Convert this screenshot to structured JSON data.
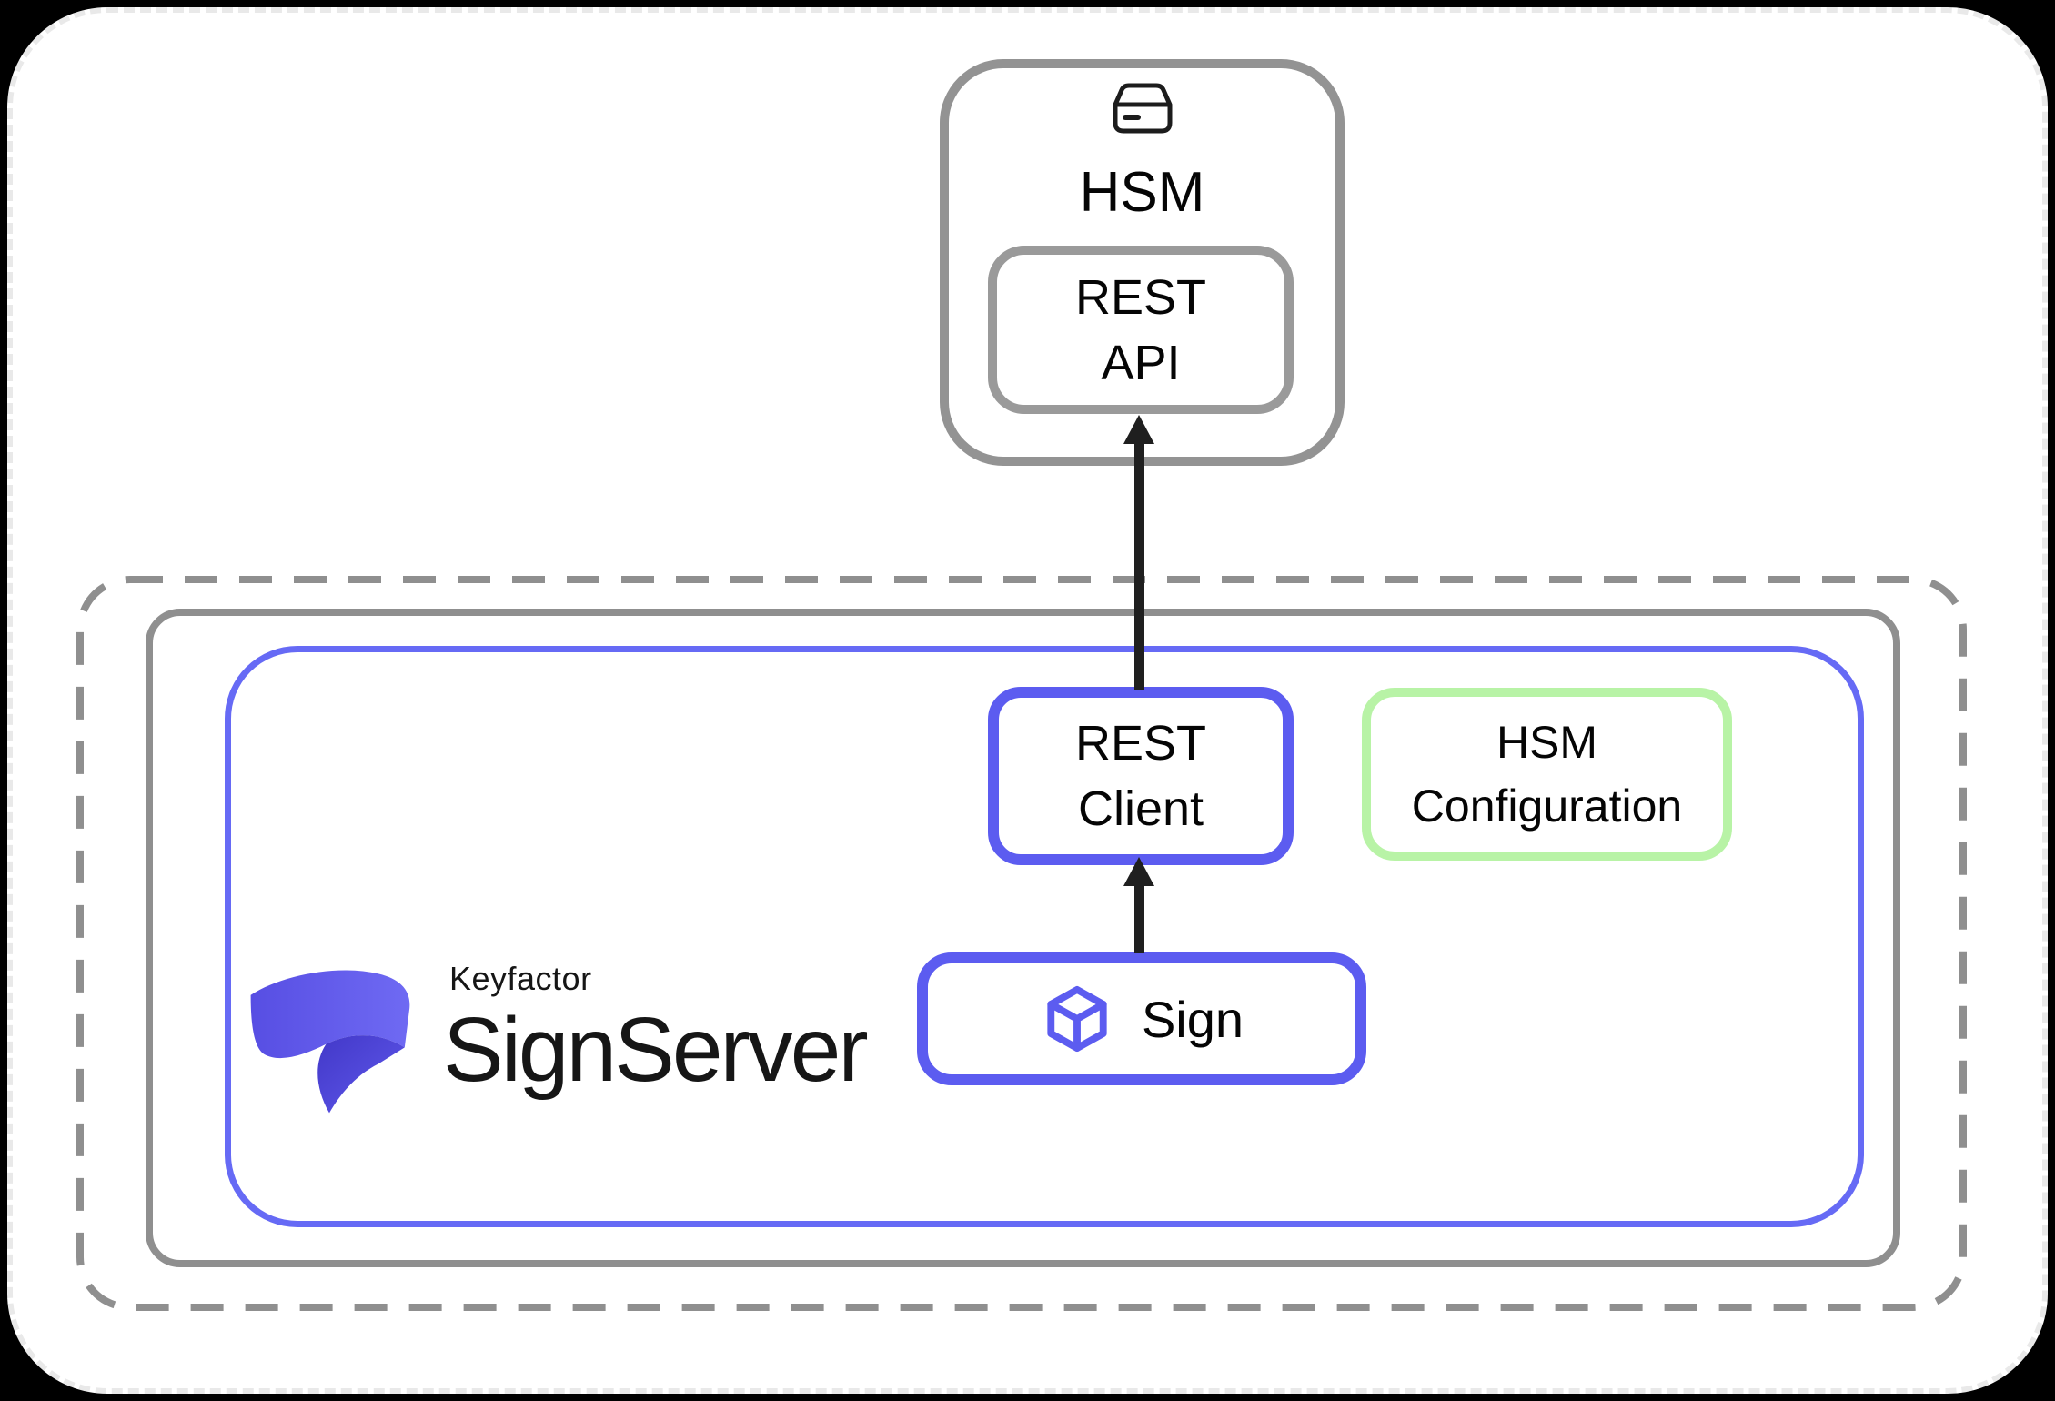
{
  "canvas": {
    "background": "#000000"
  },
  "surface": {
    "background": "#ffffff",
    "edge_color": "#e9e9e9"
  },
  "hsm_unit": {
    "icon": "hard-drive-icon",
    "label": "HSM",
    "border_color": "#939393",
    "rest_api": {
      "line1": "REST",
      "line2": "API",
      "border_color": "#9a9a9a"
    }
  },
  "deployment": {
    "dashed_border_color": "#8f8f8f",
    "gray_border_color": "#8f8f8f",
    "container_border_color": "#666af5",
    "logo": {
      "brand": "Keyfactor",
      "product": "SignServer",
      "mark": "keyfactor-flag-mark",
      "mark_colors": [
        "#574ee3",
        "#6f6af3",
        "#4238c8",
        "#6059ec"
      ]
    },
    "rest_client": {
      "line1": "REST",
      "line2": "Client",
      "border_color": "#5c5cf0"
    },
    "hsm_configuration": {
      "line1": "HSM",
      "line2": "Configuration",
      "border_color": "#b8f3a6"
    },
    "sign_worker": {
      "label": "Sign",
      "icon": "cube-icon",
      "border_color": "#5c5cf0"
    }
  },
  "arrows": {
    "color": "#1f1f1f",
    "connections": [
      {
        "from": "sign-worker",
        "to": "rest-client"
      },
      {
        "from": "rest-client",
        "to": "hsm-rest-api"
      }
    ]
  }
}
